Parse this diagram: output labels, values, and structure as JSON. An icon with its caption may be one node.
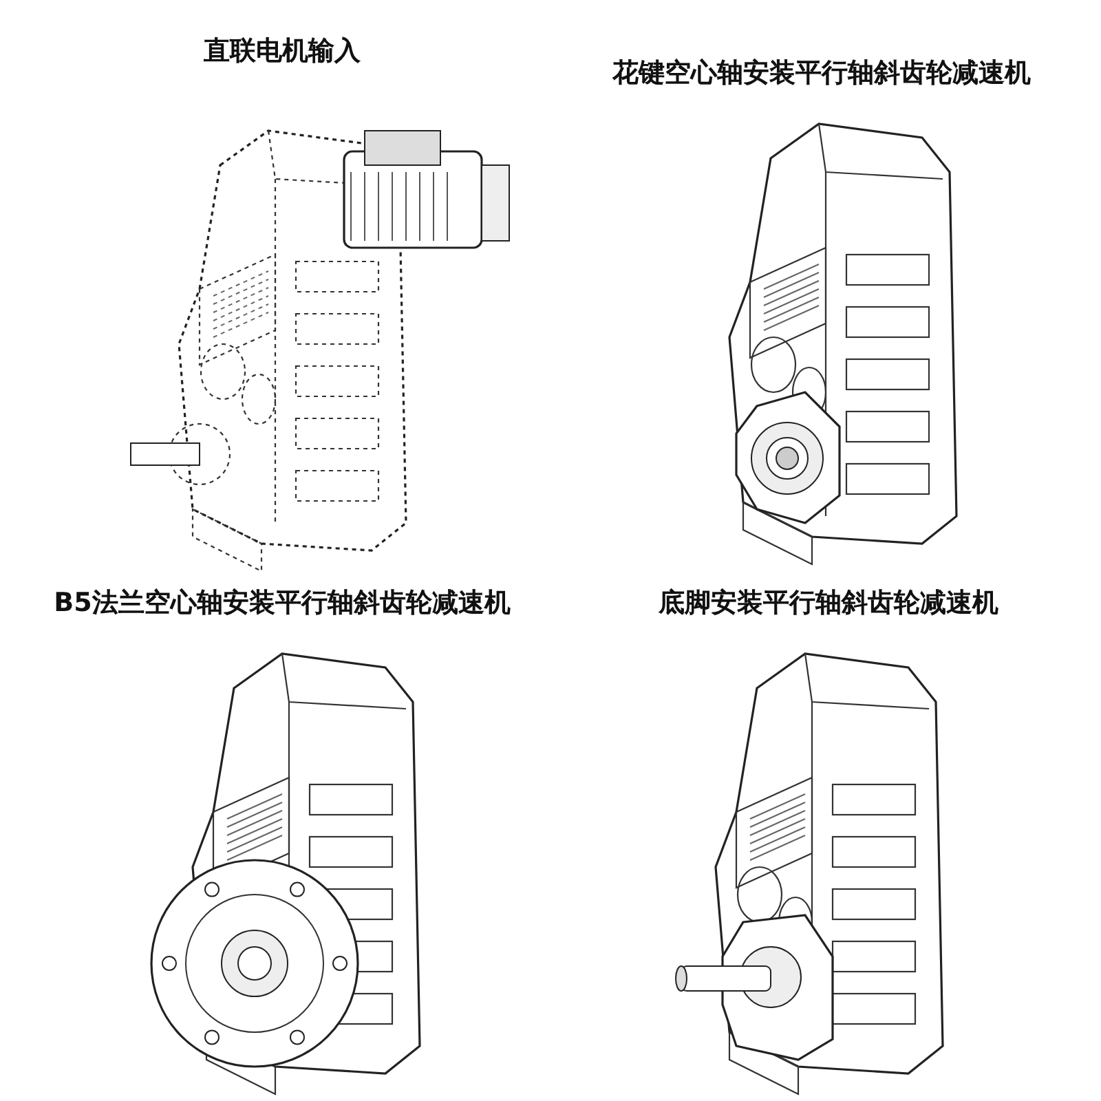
{
  "diagram": {
    "labels": [
      "直联电机输入",
      "花键空心轴安装平行轴斜齿轮减速机",
      "B5法兰空心轴安装平行轴斜齿轮减速机",
      "底脚安装平行轴斜齿轮减速机"
    ]
  }
}
